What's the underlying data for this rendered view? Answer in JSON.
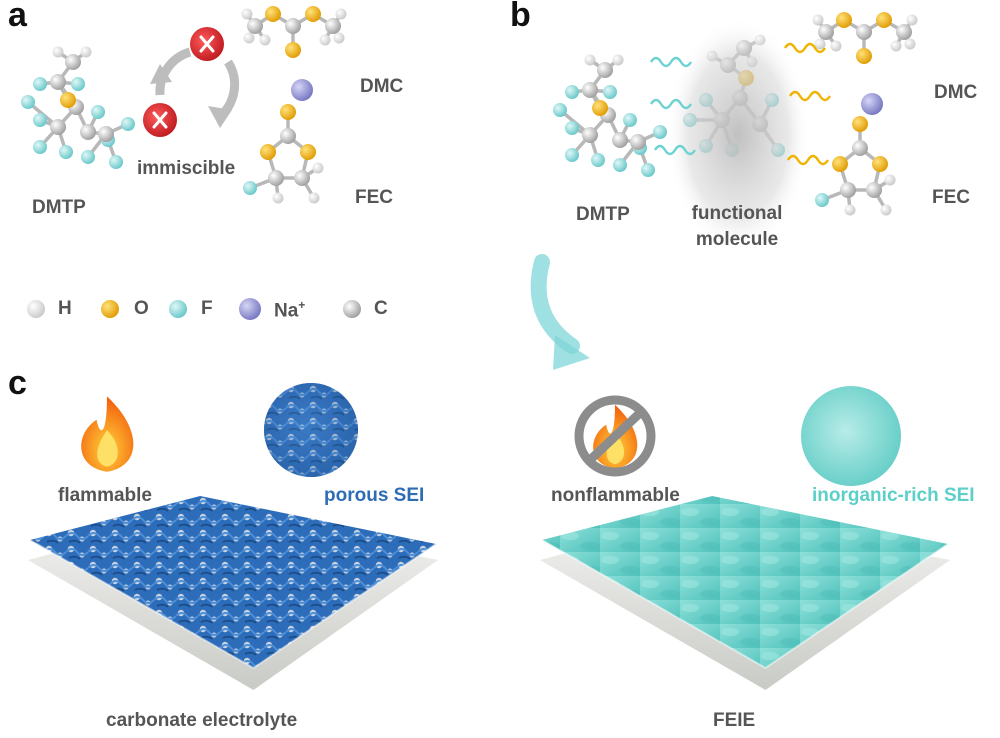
{
  "panels": {
    "a": "a",
    "b": "b",
    "c": "c"
  },
  "panel_a": {
    "dmtp": "DMTP",
    "dmc": "DMC",
    "fec": "FEC",
    "immiscible": "immiscible"
  },
  "panel_b": {
    "dmtp": "DMTP",
    "dmc": "DMC",
    "fec": "FEC",
    "functional_line1": "functional",
    "functional_line2": "molecule"
  },
  "legend": {
    "items": [
      {
        "label": "H",
        "color": "#f2f2f2"
      },
      {
        "label": "O",
        "color": "#f0b400"
      },
      {
        "label": "F",
        "color": "#7ed3d3"
      },
      {
        "label": "Na",
        "sup": "+",
        "color": "#8f8fd4"
      },
      {
        "label": "C",
        "color": "#d8d8d8"
      }
    ]
  },
  "panel_c": {
    "flammable": "flammable",
    "porous_sei": "porous SEI",
    "nonflammable": "nonflammable",
    "inorganic_sei": "inorganic-rich SEI",
    "carbonate": "carbonate electrolyte",
    "feie": "FEIE"
  },
  "colors": {
    "porous": "#2e6db5",
    "inorganic": "#5ccfc8",
    "label_gray": "#555555",
    "arrow": "#7fd6d8",
    "wave_cyan": "#6fd2d2",
    "wave_yellow": "#f0b400",
    "cross_red": "#d9262c",
    "ban_gray": "#8c8c8c"
  }
}
